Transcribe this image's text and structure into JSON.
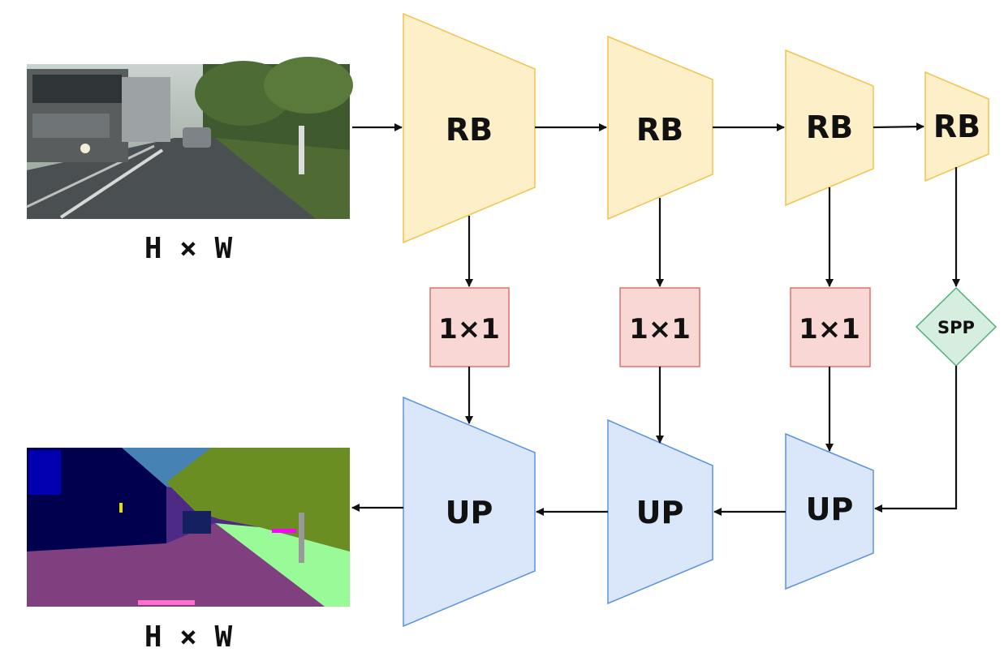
{
  "input": {
    "dims_label": "H × W"
  },
  "output": {
    "dims_label": "H × W"
  },
  "encoder": {
    "blocks": [
      {
        "label": "RB"
      },
      {
        "label": "RB"
      },
      {
        "label": "RB"
      },
      {
        "label": "RB"
      }
    ]
  },
  "lateral": {
    "blocks": [
      {
        "label": "1×1"
      },
      {
        "label": "1×1"
      },
      {
        "label": "1×1"
      }
    ],
    "spp": {
      "label": "SPP"
    }
  },
  "decoder": {
    "blocks": [
      {
        "label": "UP"
      },
      {
        "label": "UP"
      },
      {
        "label": "UP"
      }
    ]
  },
  "colors": {
    "encoder_fill": "#fdefc8",
    "encoder_stroke": "#f0c44f",
    "lateral_fill": "#f8d7d4",
    "lateral_stroke": "#e0706a",
    "spp_fill": "#d6eee0",
    "spp_stroke": "#4fb07a",
    "decoder_fill": "#dae6fa",
    "decoder_stroke": "#5b93e3",
    "arrow": "#111111"
  }
}
